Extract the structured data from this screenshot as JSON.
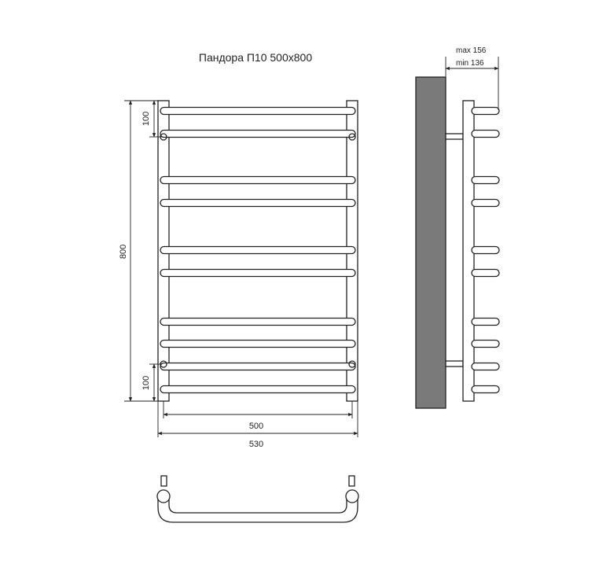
{
  "title": "Пандора П10 500х800",
  "dimensions": {
    "height_total": "800",
    "top_pitch": "100",
    "bottom_pitch": "100",
    "axis_width": "500",
    "outer_width": "530",
    "projection_max": "max 156",
    "projection_min": "min 136"
  },
  "rungs_count": 10,
  "colors": {
    "stroke": "#222222",
    "wall": "#7a7a7a",
    "background": "#ffffff"
  }
}
